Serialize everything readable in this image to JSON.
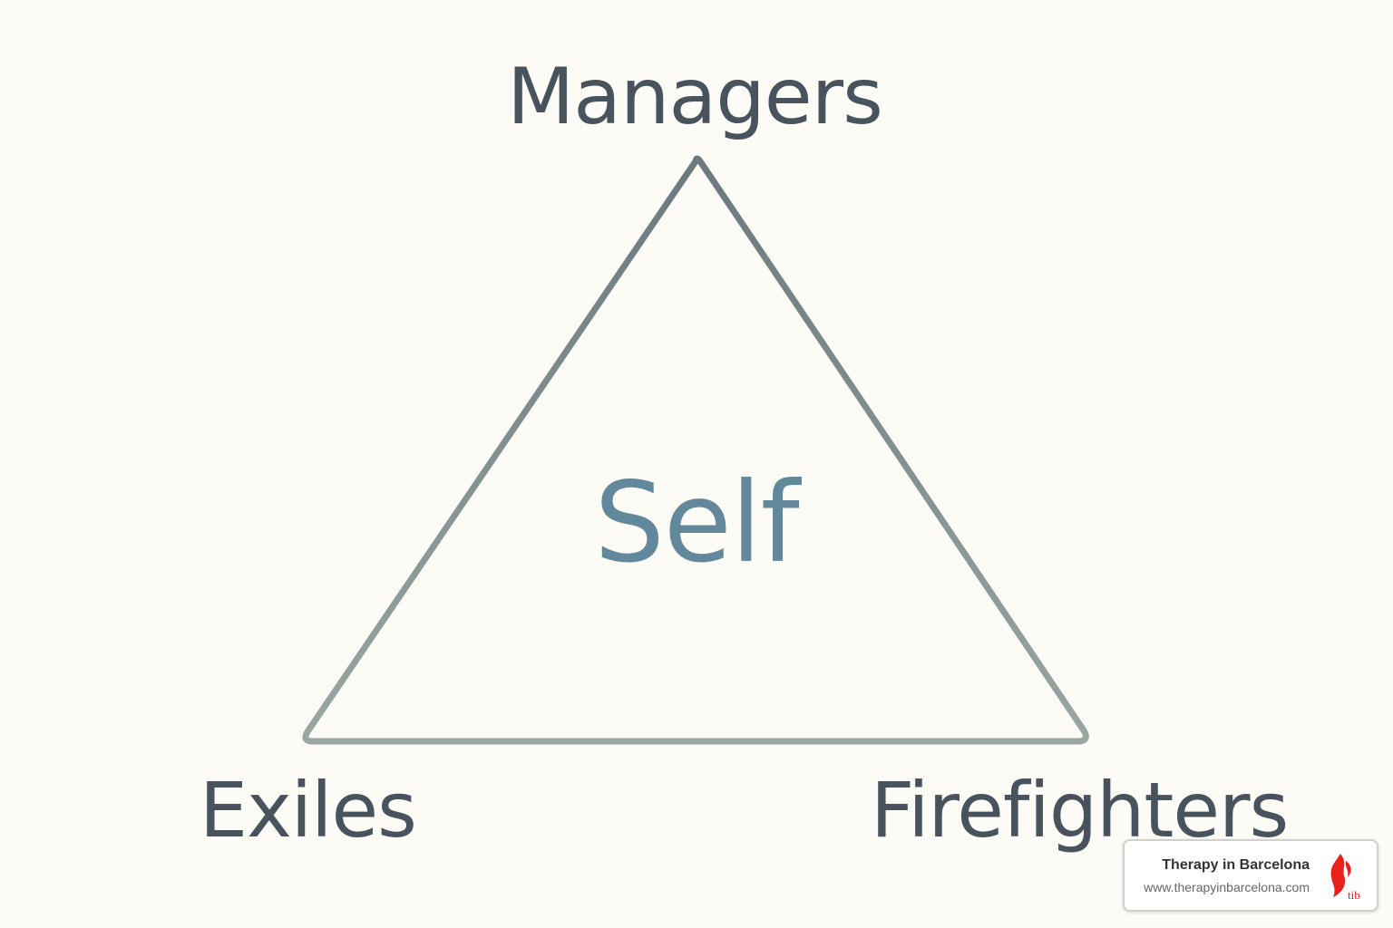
{
  "diagram": {
    "center_label": "Self",
    "top_label": "Managers",
    "bottom_left_label": "Exiles",
    "bottom_right_label": "Firefighters",
    "line_color": "#8e9b99",
    "text_color": "#48535e",
    "center_color": "#62899b",
    "background": "#fcfbf6"
  },
  "branding": {
    "name": "Therapy in Barcelona",
    "url": "www.therapyinbarcelona.com",
    "logo_text": "tib",
    "logo_color": "#e8211c"
  }
}
